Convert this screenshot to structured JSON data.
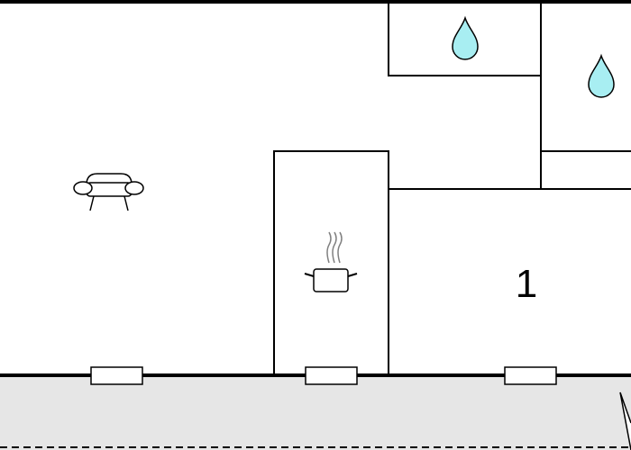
{
  "floorplan": {
    "colors": {
      "wall": "#000000",
      "room_fill": "#ffffff",
      "terrace_fill": "#e6e6e6",
      "water_drop": "#a8eef2",
      "steam": "#808080"
    },
    "rooms": [
      {
        "id": "living-room",
        "icon": "sofa-icon",
        "label": ""
      },
      {
        "id": "kitchen",
        "icon": "cooking-pot-icon",
        "label": ""
      },
      {
        "id": "bathroom-1",
        "icon": "water-drop-icon",
        "label": ""
      },
      {
        "id": "bathroom-2",
        "icon": "water-drop-icon",
        "label": ""
      },
      {
        "id": "bedroom-1",
        "icon": "",
        "label": "1"
      }
    ],
    "terrace": {
      "icon": "terrace-area"
    },
    "windows": [
      "window",
      "window",
      "window"
    ]
  }
}
